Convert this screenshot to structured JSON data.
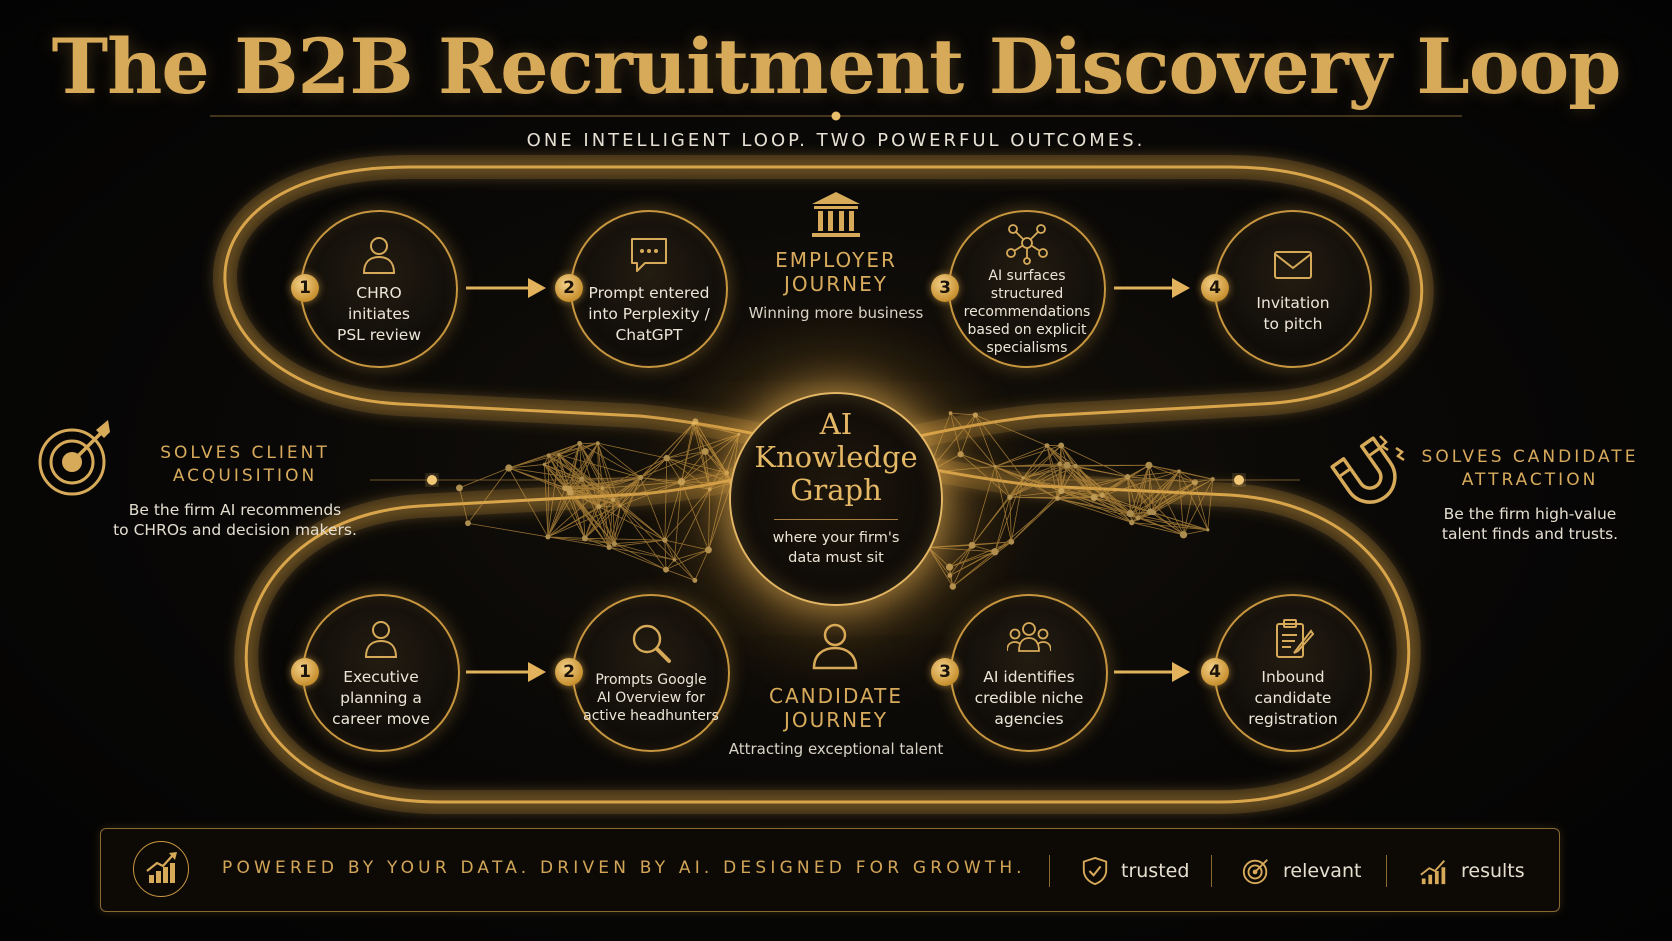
{
  "title": "The B2B Recruitment Discovery Loop",
  "subtitle": "ONE INTELLIGENT LOOP. TWO POWERFUL OUTCOMES.",
  "employer_journey": {
    "title": "EMPLOYER\nJOURNEY",
    "subtitle": "Winning more business",
    "steps": [
      {
        "number": "1",
        "text": "CHRO\ninitiates\nPSL review",
        "icon": "person-icon"
      },
      {
        "number": "2",
        "text": "Prompt entered\ninto Perplexity /\nChatGPT",
        "icon": "chat-bubble-icon"
      },
      {
        "number": "3",
        "text": "AI surfaces\nstructured\nrecommendations\nbased on explicit\nspecialisms",
        "icon": "network-nodes-icon"
      },
      {
        "number": "4",
        "text": "Invitation\nto pitch",
        "icon": "envelope-icon"
      }
    ]
  },
  "candidate_journey": {
    "title": "CANDIDATE\nJOURNEY",
    "subtitle": "Attracting exceptional talent",
    "steps": [
      {
        "number": "1",
        "text": "Executive\nplanning a\ncareer move",
        "icon": "person-icon"
      },
      {
        "number": "2",
        "text": "Prompts Google\nAI Overview for\nactive headhunters",
        "icon": "magnifier-icon"
      },
      {
        "number": "3",
        "text": "AI identifies\ncredible niche\nagencies",
        "icon": "group-icon"
      },
      {
        "number": "4",
        "text": "Inbound\ncandidate\nregistration",
        "icon": "clipboard-pen-icon"
      }
    ]
  },
  "hub": {
    "title": "AI\nKnowledge\nGraph",
    "subtitle": "where your firm's\ndata must sit"
  },
  "left_side": {
    "title": "SOLVES CLIENT\nACQUISITION",
    "description": "Be the firm AI recommends\nto CHROs and decision makers.",
    "icon": "target-arrow-icon"
  },
  "right_side": {
    "title": "SOLVES CANDIDATE\nATTRACTION",
    "description": "Be the firm high-value\ntalent finds and trusts.",
    "icon": "magnet-icon"
  },
  "footer": {
    "tagline": "POWERED BY YOUR DATA. DRIVEN BY AI. DESIGNED FOR GROWTH.",
    "items": [
      {
        "label": "trusted",
        "icon": "shield-check-icon"
      },
      {
        "label": "relevant",
        "icon": "target-icon"
      },
      {
        "label": "results",
        "icon": "bar-chart-icon"
      }
    ]
  },
  "colors": {
    "gold": "#d7aa5a",
    "background": "#060504",
    "text": "#eae4d6"
  }
}
